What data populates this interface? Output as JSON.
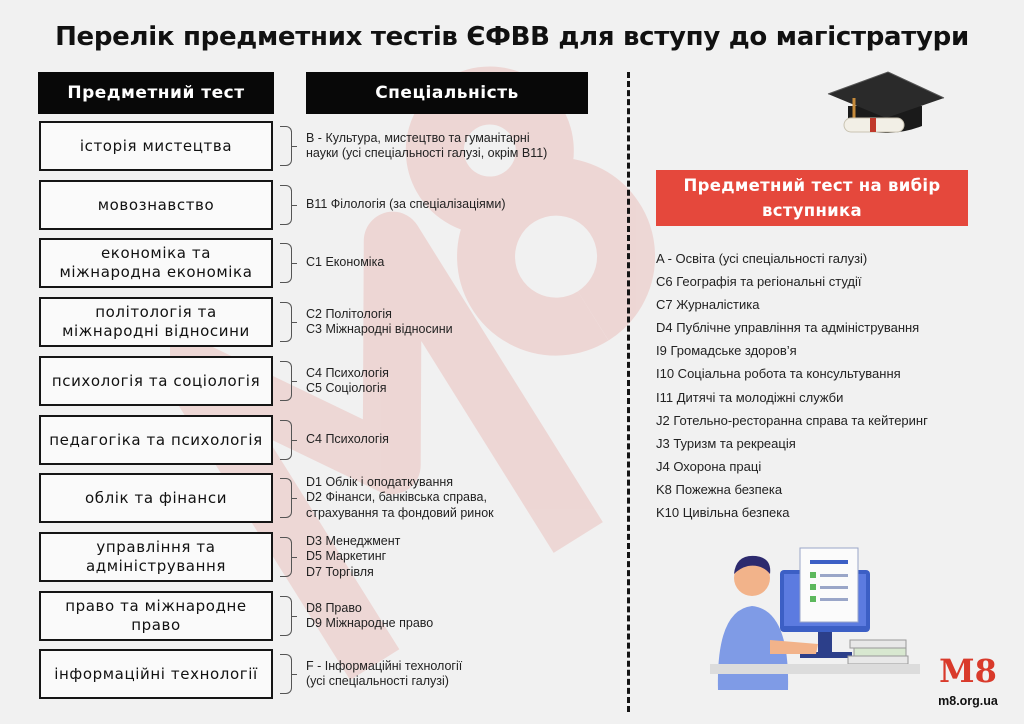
{
  "title": "Перелік предметних тестів ЄФВВ для вступу до магістратури",
  "headers": {
    "test": "Предметний тест",
    "specialty": "Спеціальність"
  },
  "rows": [
    {
      "test": "історія мистецтва",
      "specialties": [
        "B - Культура, мистецтво та гуманітарні",
        "науки (усі спеціальності галузі, окрім B11)"
      ]
    },
    {
      "test": "мовознавство",
      "specialties": [
        "B11 Філологія (за спеціалізаціями)"
      ]
    },
    {
      "test": "економіка та міжнародна економіка",
      "specialties": [
        "C1 Економіка"
      ]
    },
    {
      "test": "політологія та міжнародні відносини",
      "specialties": [
        "C2 Політологія",
        "C3 Міжнародні відносини"
      ]
    },
    {
      "test": "психологія та соціологія",
      "specialties": [
        "C4 Психологія",
        "C5 Соціологія"
      ]
    },
    {
      "test": "педагогіка та психологія",
      "specialties": [
        "C4 Психологія"
      ]
    },
    {
      "test": "облік та фінанси",
      "specialties": [
        "D1 Облік і оподаткування",
        "D2 Фінанси, банківська справа,",
        "страхування та фондовий ринок"
      ]
    },
    {
      "test": "управління та адміністрування",
      "specialties": [
        "D3 Менеджмент",
        "D5 Маркетинг",
        "D7 Торгівля"
      ]
    },
    {
      "test": "право та міжнародне право",
      "specialties": [
        "D8 Право",
        "D9 Міжнародне право"
      ]
    },
    {
      "test": "інформаційні технології",
      "specialties": [
        "F - Інформаційні технології",
        "(усі спеціальності галузі)"
      ]
    }
  ],
  "choice": {
    "title": "Предметний тест на вибір вступника",
    "items": [
      "A - Освіта (усі спеціальності галузі)",
      "C6 Географія та регіональні студії",
      "C7 Журналістика",
      "D4 Публічне управління та адміністрування",
      "I9 Громадське здоров’я",
      "I10 Соціальна робота та консультування",
      "I11 Дитячі та молодіжні служби",
      "J2 Готельно-ресторанна справа та кейтеринг",
      "J3 Туризм та рекреація",
      "J4 Охорона праці",
      "K8 Пожежна безпека",
      "K10 Цивільна безпека"
    ]
  },
  "brand": {
    "logo_text": "M8",
    "site": "m8.org.ua",
    "accent_color": "#e5483c"
  },
  "icons": [
    "graduation-cap-icon",
    "student-at-computer-illustration",
    "m8-logo-icon"
  ]
}
